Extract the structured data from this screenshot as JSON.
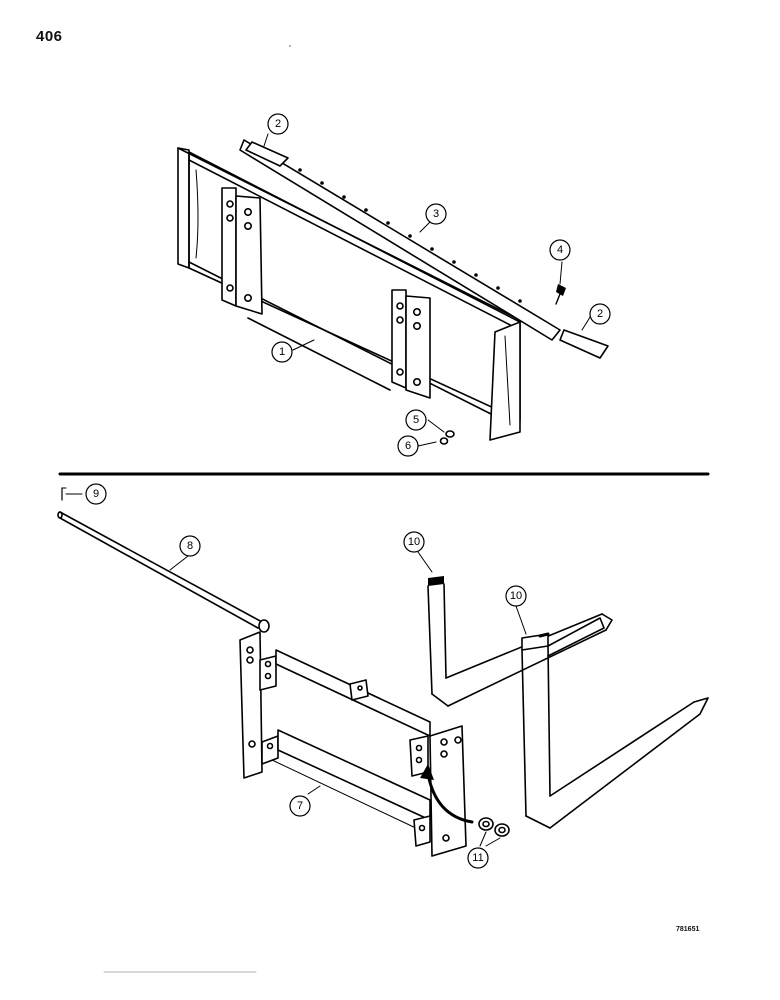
{
  "page_number": "406",
  "figure_code": "781651",
  "callouts": {
    "c1": "1",
    "c2a": "2",
    "c2b": "2",
    "c3": "3",
    "c4": "4",
    "c5": "5",
    "c6": "6",
    "c7": "7",
    "c8": "8",
    "c9": "9",
    "c10a": "10",
    "c10b": "10",
    "c11": "11"
  }
}
